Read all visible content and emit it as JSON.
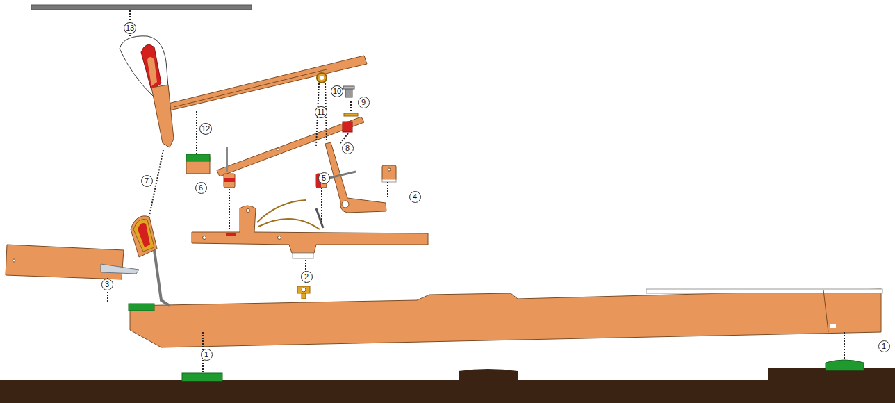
{
  "diagram": {
    "labels": [
      "13",
      "10",
      "9",
      "11",
      "12",
      "8",
      "7",
      "6",
      "5",
      "4",
      "2",
      "3",
      "1",
      "1"
    ]
  }
}
